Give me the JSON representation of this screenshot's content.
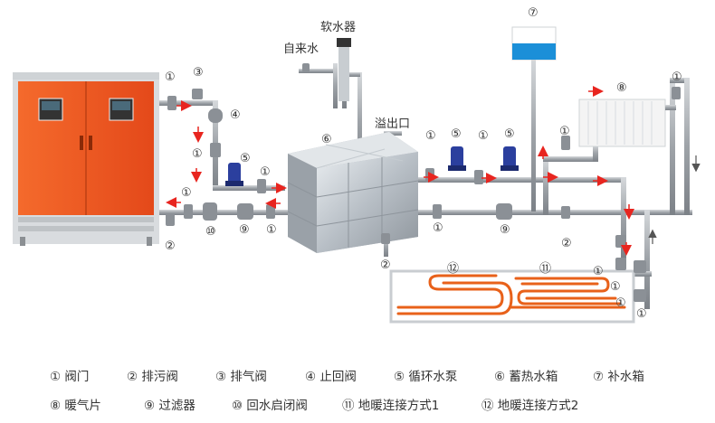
{
  "diagram_labels": {
    "softener": "软水器",
    "tap_water": "自来水",
    "overflow": "溢出口"
  },
  "markers": {
    "m1": "①",
    "m2": "②",
    "m3": "③",
    "m4": "④",
    "m5": "⑤",
    "m6": "⑥",
    "m7": "⑦",
    "m8": "⑧",
    "m9": "⑨",
    "m10": "⑩",
    "m11": "⑪",
    "m12": "⑫"
  },
  "legend": [
    {
      "num": "①",
      "text": "阀门"
    },
    {
      "num": "②",
      "text": "排污阀"
    },
    {
      "num": "③",
      "text": "排气阀"
    },
    {
      "num": "④",
      "text": "止回阀"
    },
    {
      "num": "⑤",
      "text": "循环水泵"
    },
    {
      "num": "⑥",
      "text": "蓄热水箱"
    },
    {
      "num": "⑦",
      "text": "补水箱"
    },
    {
      "num": "⑧",
      "text": "暖气片"
    },
    {
      "num": "⑨",
      "text": "过滤器"
    },
    {
      "num": "⑩",
      "text": "回水启闭阀"
    },
    {
      "num": "⑪",
      "text": "地暖连接方式1"
    },
    {
      "num": "⑫",
      "text": "地暖连接方式2"
    }
  ],
  "colors": {
    "boiler": "#f0541e",
    "pipe": "#a9aeb3",
    "floor_heating": "#e8611a",
    "pump": "#2b3f9e",
    "arrow": "#e8251f",
    "tank_water": "#1b8fd8"
  }
}
